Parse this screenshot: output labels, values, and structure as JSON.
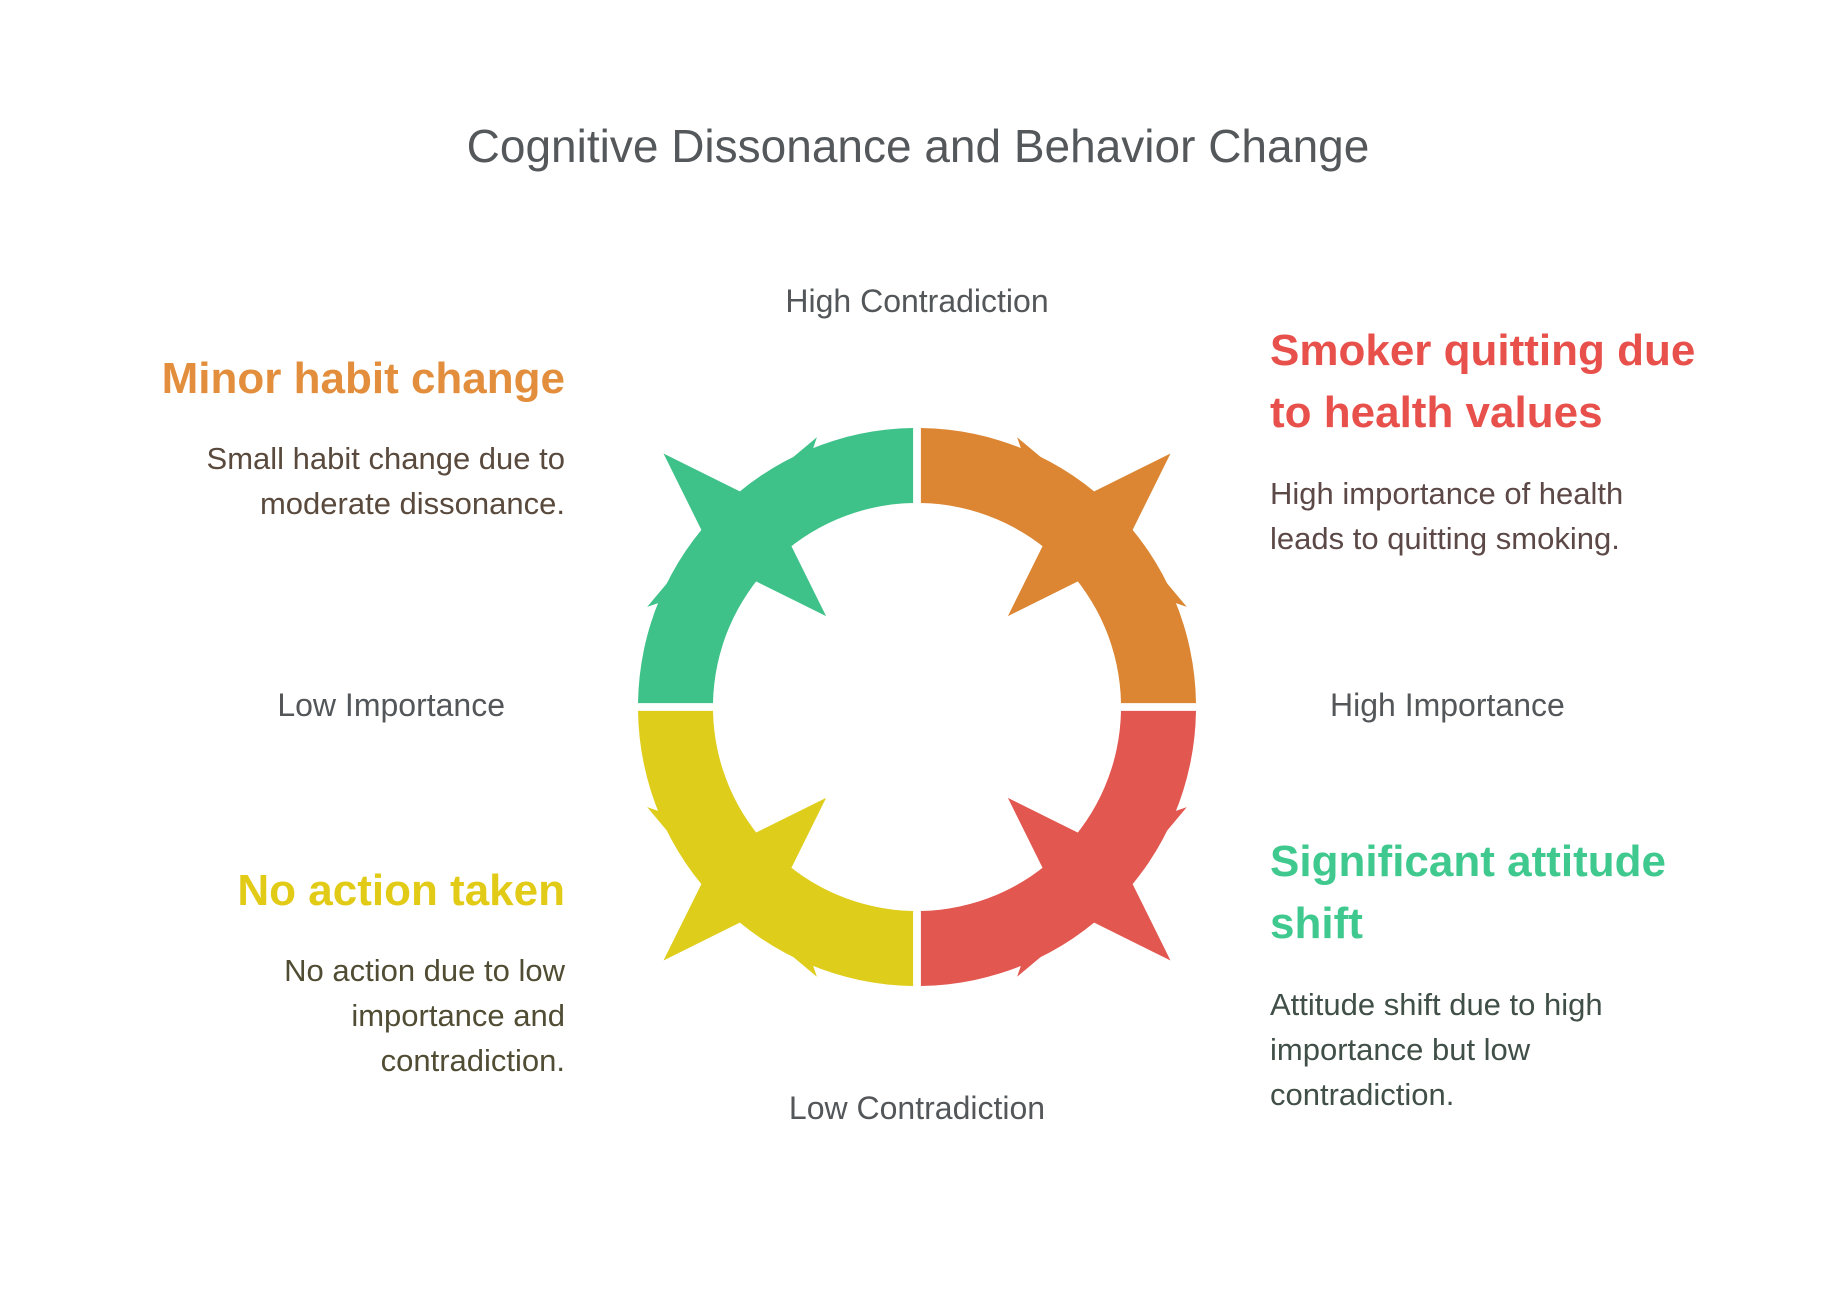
{
  "title": {
    "text": "Cognitive Dissonance and Behavior Change",
    "color": "#54585B"
  },
  "diagram": {
    "axis_label_color": "#53575A",
    "axis_labels": {
      "top": "High Contradiction",
      "right": "High Importance",
      "bottom": "Low Contradiction",
      "left": "Low Importance"
    },
    "segments": [
      {
        "position": "top-left",
        "color": "#3EC289"
      },
      {
        "position": "top-right",
        "color": "#DC8633"
      },
      {
        "position": "bottom-right",
        "color": "#E2574F"
      },
      {
        "position": "bottom-left",
        "color": "#DFCD1B"
      }
    ]
  },
  "callouts": [
    {
      "id": "minor-habit-change",
      "heading_lines": [
        "Minor habit change"
      ],
      "heading_color": "#E28E3C",
      "body_lines": [
        "Small habit change due to",
        "moderate dissonance."
      ],
      "body_color": "#594A3D"
    },
    {
      "id": "smoker-quitting-due-to-health-values",
      "heading_lines": [
        "Smoker quitting due",
        "to health values"
      ],
      "heading_color": "#E8504B",
      "body_lines": [
        "High importance of health",
        "leads to quitting smoking."
      ],
      "body_color": "#5C4947"
    },
    {
      "id": "no-action-taken",
      "heading_lines": [
        "No action taken"
      ],
      "heading_color": "#E2CB16",
      "body_lines": [
        "No action due to low",
        "importance and",
        "contradiction."
      ],
      "body_color": "#504D34"
    },
    {
      "id": "significant-attitude-shift",
      "heading_lines": [
        "Significant attitude",
        "shift"
      ],
      "heading_color": "#3FC98E",
      "body_lines": [
        "Attitude shift due to high",
        "importance but low",
        "contradiction."
      ],
      "body_color": "#404F47"
    }
  ]
}
